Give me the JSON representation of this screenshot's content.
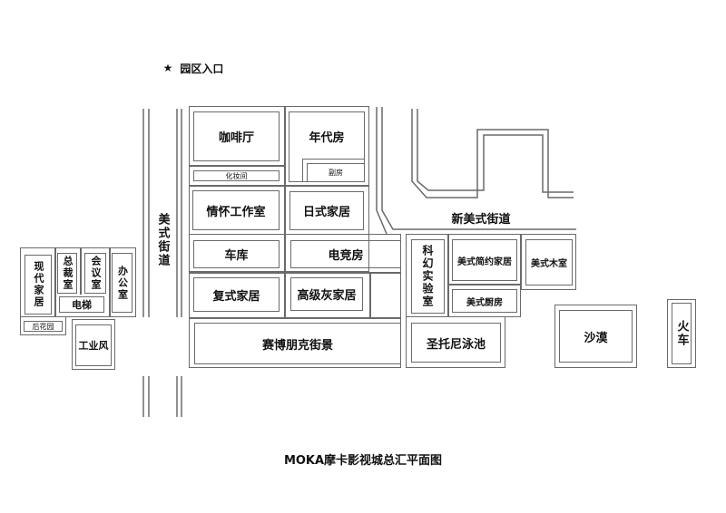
{
  "entrance": {
    "icon": "star-icon",
    "label": "园区入口"
  },
  "streets": {
    "main": "美式街道",
    "new": "新美式街道"
  },
  "rooms": {
    "modern_home": "现代家居",
    "ceo_office": "总裁室",
    "meeting_room": "会议室",
    "elevator": "电梯",
    "office": "办公室",
    "back_garden": "后花园",
    "industrial": "工业风",
    "cafe": "咖啡厅",
    "makeup": "化妆间",
    "retro": "年代房",
    "side_room": "副房",
    "nostalgia_studio": "情怀工作室",
    "japanese_home": "日式家居",
    "garage": "车库",
    "esports": "电竞房",
    "duplex_home": "复式家居",
    "grey_home": "高级灰家居",
    "cyberpunk": "赛博朋克街景",
    "scifi_lab": "科幻实验室",
    "american_simple": "美式简约家居",
    "american_wood": "美式木室",
    "american_kitchen": "美式厨房",
    "santorini_pool": "圣托尼泳池",
    "desert": "沙漠",
    "train": "火车"
  },
  "title": "MOKA摩卡影视城总汇平面图"
}
